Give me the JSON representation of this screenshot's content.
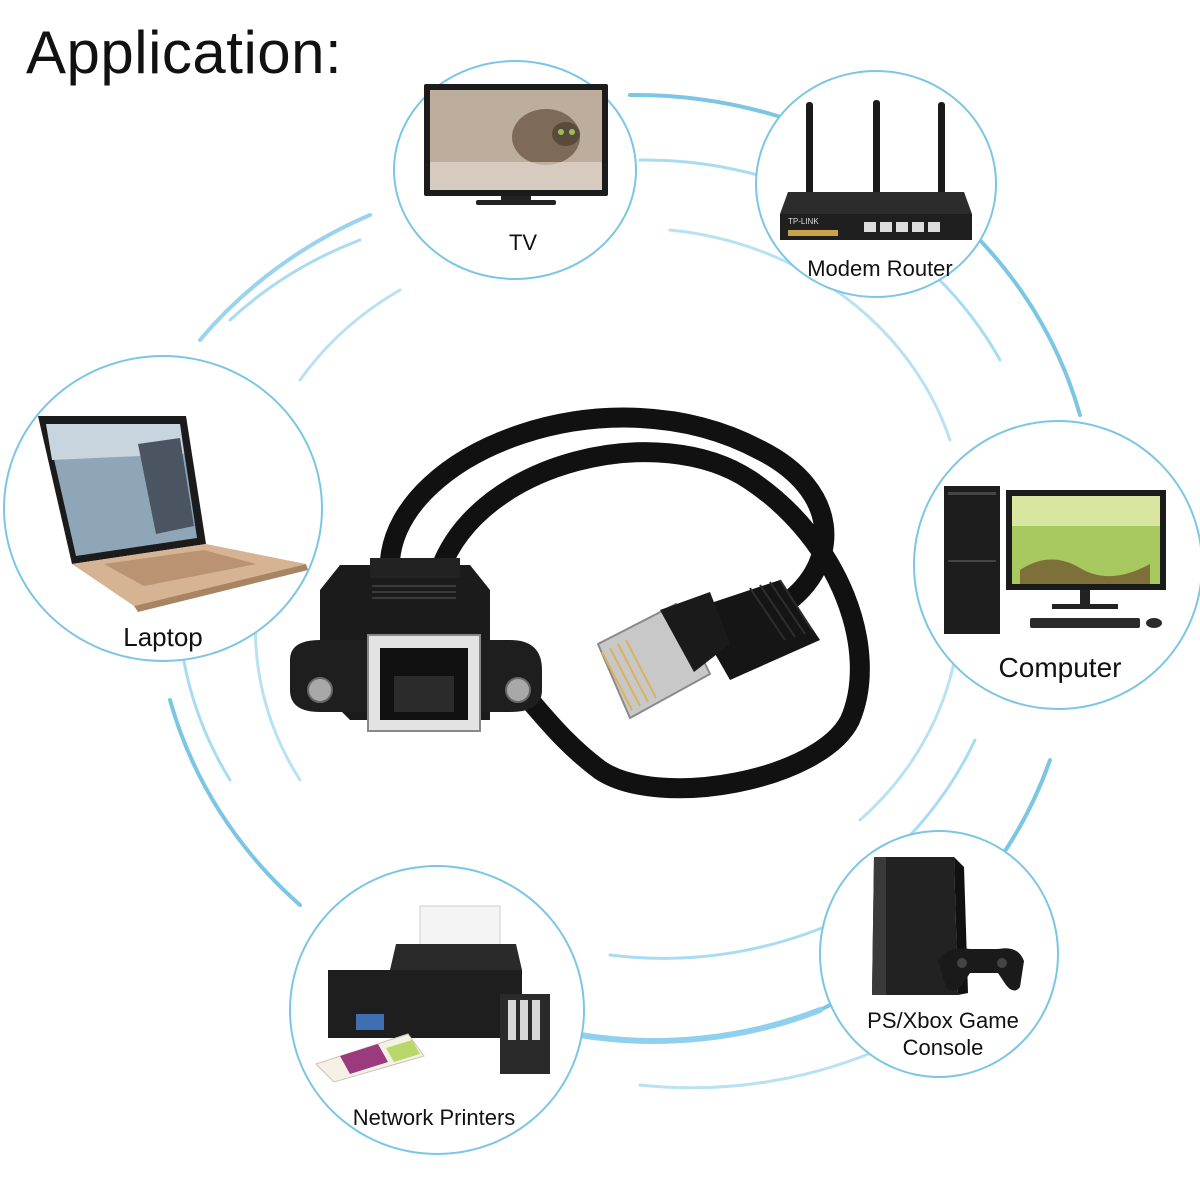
{
  "title": "Application:",
  "devices": {
    "tv": "TV",
    "router": "Modem Router",
    "laptop": "Laptop",
    "computer": "Computer",
    "printer": "Network Printers",
    "console_line1": "PS/Xbox Game",
    "console_line2": "Console"
  },
  "router_brand": "TP-LINK",
  "colors": {
    "ring": "#7cc6e4",
    "ring_light": "#a9dcf2",
    "cable": "#111111"
  },
  "icons": [
    "tv-icon",
    "router-icon",
    "laptop-icon",
    "computer-icon",
    "printer-icon",
    "game-console-icon",
    "ethernet-cable-icon"
  ]
}
